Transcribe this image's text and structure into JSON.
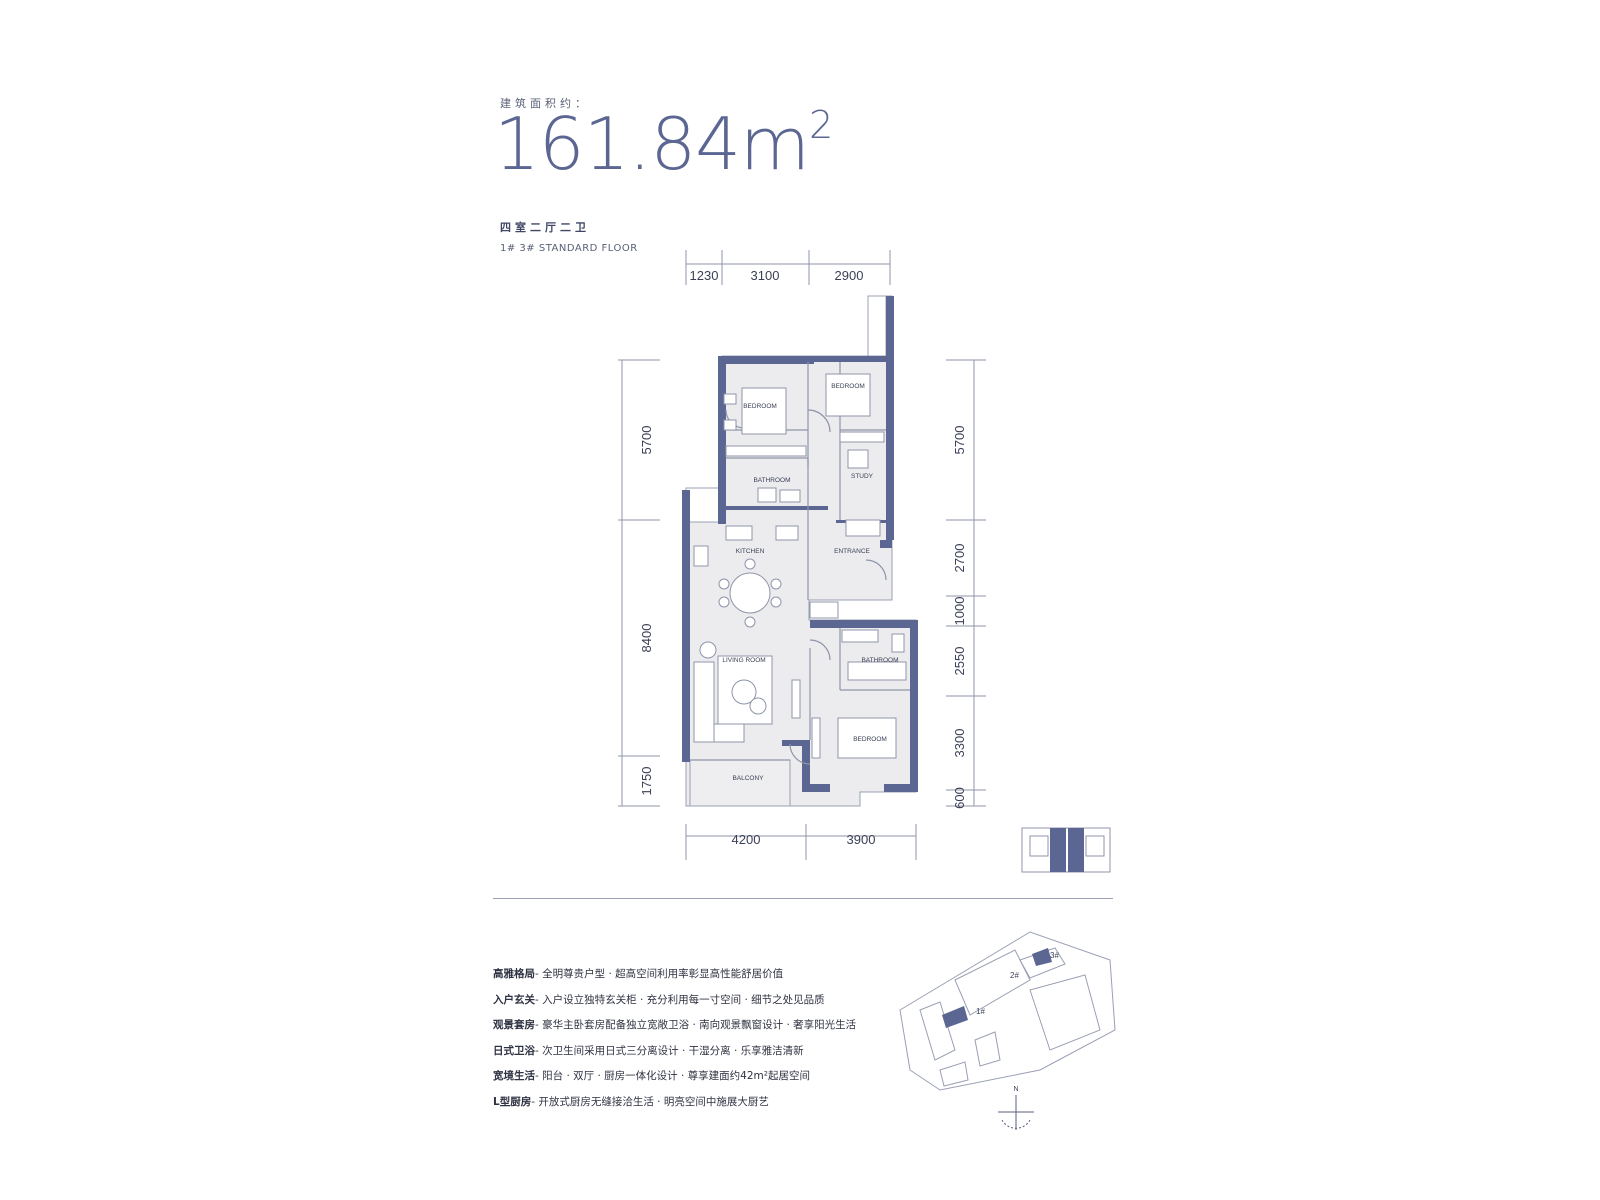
{
  "header": {
    "area_label": "建筑面积约：",
    "area_value": "161.84m",
    "area_unit_sup": "2",
    "layout": "四室二厅二卫",
    "floor": "1# 3#  STANDARD FLOOR"
  },
  "dimensions": {
    "top": [
      "1230",
      "3100",
      "2900"
    ],
    "bottom": [
      "4200",
      "3900"
    ],
    "left": [
      "5700",
      "8400",
      "1750"
    ],
    "right": [
      "5700",
      "2700",
      "1000",
      "2550",
      "3300",
      "600"
    ]
  },
  "rooms": {
    "bedroom_nw": "BEDROOM",
    "bedroom_ne": "BEDROOM",
    "bathroom_n": "BATHROOM",
    "study": "STUDY",
    "kitchen": "KITCHEN",
    "entrance": "ENTRANCE",
    "bathroom_s": "BATHROOM",
    "living_room": "LIVING ROOM",
    "bedroom_s": "BEDROOM",
    "balcony": "BALCONY"
  },
  "features": [
    {
      "name": "高雅格局",
      "text": "- 全明尊贵户型 · 超高空间利用率彰显高性能舒居价值"
    },
    {
      "name": "入户玄关",
      "text": "- 入户设立独特玄关柜 · 充分利用每一寸空间 · 细节之处见品质"
    },
    {
      "name": "观景套房",
      "text": "- 豪华主卧套房配备独立宽敞卫浴 · 南向观景飘窗设计 · 奢享阳光生活"
    },
    {
      "name": "日式卫浴",
      "text": "- 次卫生间采用日式三分离设计 · 干湿分离 · 乐享雅洁清新"
    },
    {
      "name": "宽境生活",
      "text": "- 阳台 · 双厅 · 厨房一体化设计 · 尊享建面约42m²起居空间"
    },
    {
      "name": "L型厨房",
      "text": "- 开放式厨房无缝接洽生活 · 明亮空间中施展大厨艺"
    }
  ],
  "site_plan": {
    "buildings": [
      "1#",
      "2#",
      "3#"
    ],
    "north": "N"
  },
  "colors": {
    "wall": "#5b6792",
    "text": "#3a3f55",
    "line": "#8f95a8"
  }
}
